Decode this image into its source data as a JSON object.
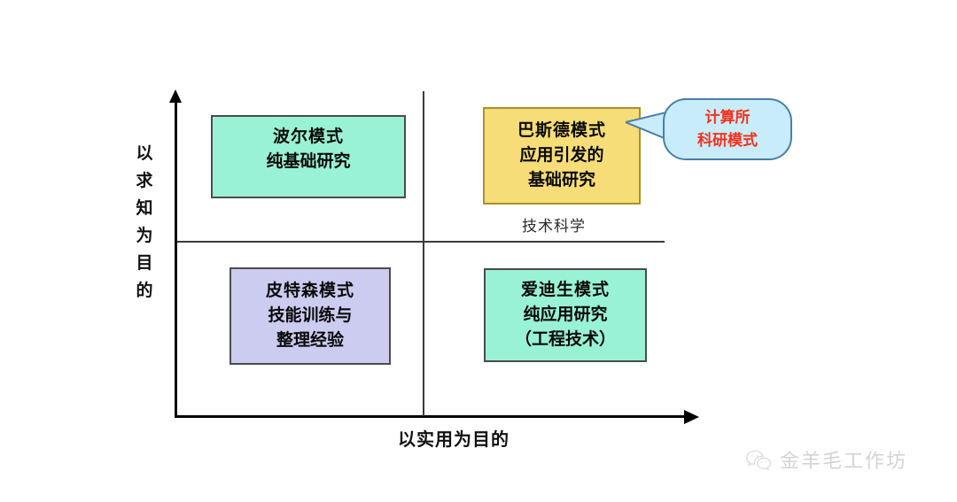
{
  "diagram": {
    "axes": {
      "y_title": "以\n求\n知\n为\n目\n的",
      "x_title": "以实用为目的"
    },
    "quadrants": [
      {
        "id": "bohr",
        "title": "波尔模式",
        "line2": "纯基础研究",
        "fill": "#99f2d5",
        "border": "#4c4c4c"
      },
      {
        "id": "pasteur",
        "title": "巴斯德模式",
        "line2": "应用引发的",
        "line3": "基础研究",
        "fill": "#f7dd77",
        "border": "#a8912f"
      },
      {
        "id": "peterson",
        "title": "皮特森模式",
        "line2": "技能训练与",
        "line3": "整理经验",
        "fill": "#ccccf0",
        "border": "#4c4c4c"
      },
      {
        "id": "edison",
        "title": "爱迪生模式",
        "line2": "纯应用研究",
        "line3": "（工程技术）",
        "fill": "#99f2d5",
        "border": "#4c4c4c"
      }
    ],
    "caption": {
      "tech_science": "技术科学"
    },
    "callout": {
      "line1": "计算所",
      "line2": "科研模式",
      "fill": "#c8ecfa",
      "border": "#4a7fa8",
      "text_color": "#f5301a"
    }
  },
  "watermark": {
    "text": "金羊毛工作坊",
    "icon": "wechat-icon",
    "color": "#b9b9b9"
  }
}
